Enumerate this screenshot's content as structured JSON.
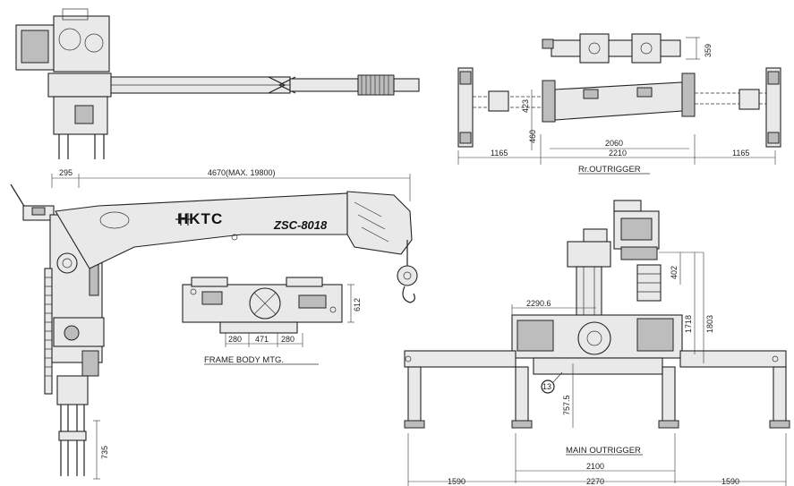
{
  "labels": {
    "brand": "HKTC",
    "model": "ZSC-8018",
    "rear_outrigger": "Rr.OUTRIGGER",
    "frame_body": "FRAME BODY MTG.",
    "main_outrigger": "MAIN OUTRIGGER",
    "callout_13": "13"
  },
  "dims": {
    "boom_length": "4670(MAX. 19800)",
    "d295": "295",
    "d735": "735",
    "d612": "612",
    "d280_left": "280",
    "d471": "471",
    "d280_right": "280",
    "rr_359": "359",
    "rr_2060": "2060",
    "rr_1165_left": "1165",
    "rr_2210": "2210",
    "rr_1165_right": "1165",
    "rr_460": "460",
    "rr_423": "423",
    "m_2290": "2290.6",
    "m_402": "402",
    "m_1718": "1718",
    "m_1803": "1803",
    "m_757": "757.5",
    "m_2100": "2100",
    "m_1590_left": "1590",
    "m_2270": "2270",
    "m_1590_right": "1590"
  },
  "colors": {
    "line": "#222222",
    "paper": "#ffffff"
  }
}
